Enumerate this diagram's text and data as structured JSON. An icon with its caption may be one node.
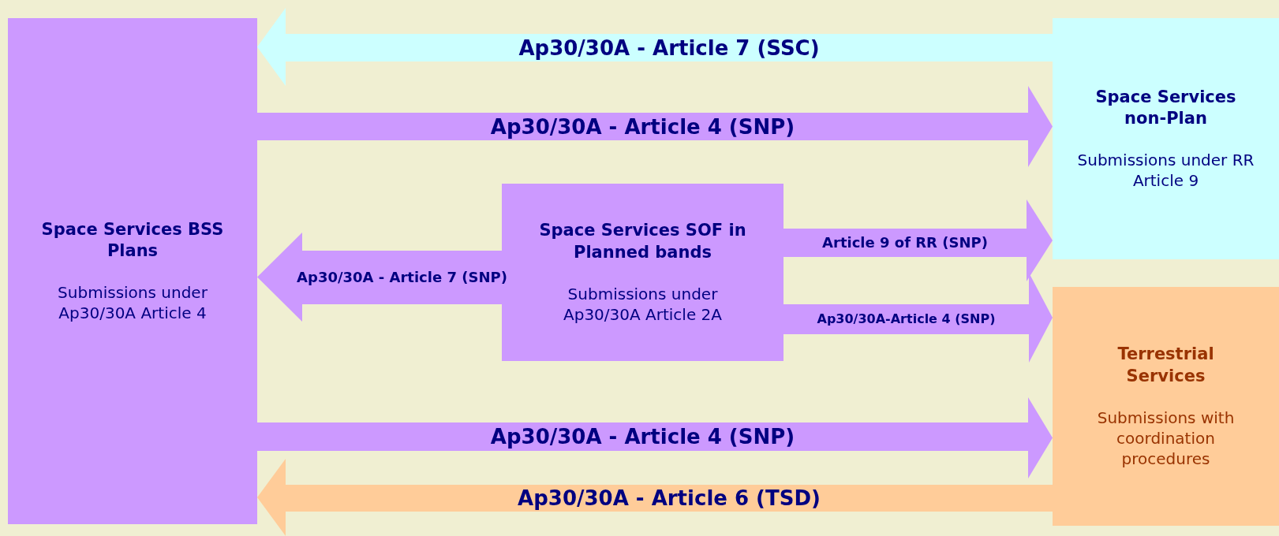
{
  "diagram": {
    "nodes": [
      {
        "text": [
          "Space Services BSS Plans",
          "Submissions under Ap30/30A Article 4"
        ]
      },
      {
        "text": [
          "Space Services non-Plan",
          "Submissions under RR Article 9"
        ]
      },
      {
        "text": [
          "Space Services SOF in Planned bands",
          "Submissions under Ap30/30A Article 2A"
        ]
      },
      {
        "text": [
          "Terrestrial Services",
          "Submissions with coordination procedures"
        ]
      }
    ],
    "edges": [
      {
        "from": 1,
        "to": 0,
        "arrow": "to",
        "label": "Ap30/30A - Article 7 (SSC)",
        "color": "#ccffff"
      },
      {
        "from": 0,
        "to": 1,
        "arrow": "to",
        "label": "Ap30/30A - Article 4 (SNP)"
      },
      {
        "from": 2,
        "to": 0,
        "arrow": "to",
        "label": "Ap30/30A - Article 7 (SNP)"
      },
      {
        "from": 2,
        "to": 1,
        "arrow": "to",
        "label": "Article 9 of RR (SNP)"
      },
      {
        "from": 2,
        "to": 3,
        "arrow": "to",
        "label": "Ap30/30A-Article 4 (SNP)"
      },
      {
        "from": 0,
        "to": 3,
        "arrow": "to",
        "label": "Ap30/30A - Article 4 (SNP)"
      },
      {
        "from": 3,
        "to": 0,
        "arrow": "to",
        "label": "Ap30/30A - Article 6 (TSD)",
        "color": "#ffcc99"
      }
    ]
  }
}
